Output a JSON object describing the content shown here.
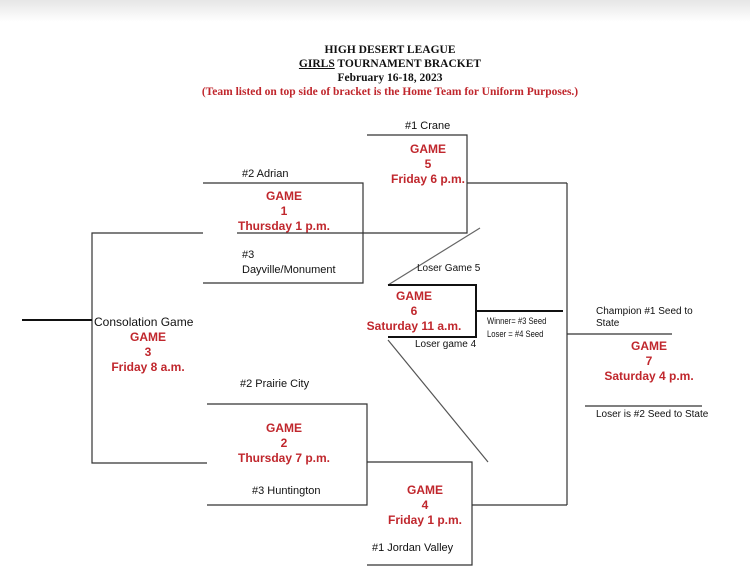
{
  "header": {
    "league": "HIGH DESERT LEAGUE",
    "girls": "GIRLS",
    "bracket": " TOURNAMENT BRACKET",
    "dates": "February 16-18, 2023",
    "note": "(Team listed on top side of bracket is the Home Team for Uniform Purposes.)"
  },
  "teams": {
    "crane": "#1 Crane",
    "adrian": "#2 Adrian",
    "dayville_seed": "#3",
    "dayville": "Dayville/Monument",
    "prairie": "#2 Prairie City",
    "huntington": "#3 Huntington",
    "jordan": "#1 Jordan Valley"
  },
  "games": {
    "g1": {
      "label": "GAME",
      "num": "1",
      "time": "Thursday 1 p.m."
    },
    "g2": {
      "label": "GAME",
      "num": "2",
      "time": "Thursday 7 p.m."
    },
    "g3": {
      "label": "GAME",
      "num": "3",
      "time": "Friday 8 a.m.",
      "title": "Consolation Game"
    },
    "g4": {
      "label": "GAME",
      "num": "4",
      "time": "Friday 1 p.m."
    },
    "g5": {
      "label": "GAME",
      "num": "5",
      "time": "Friday 6 p.m."
    },
    "g6": {
      "label": "GAME",
      "num": "6",
      "time": "Saturday 11 a.m."
    },
    "g7": {
      "label": "GAME",
      "num": "7",
      "time": "Saturday 4 p.m."
    }
  },
  "notes": {
    "loser_g5": "Loser Game 5",
    "loser_g4": "Loser game 4",
    "winner_seed": "Winner= #3 Seed",
    "loser_seed": "Loser = #4 Seed",
    "champion1": "Champion #1 Seed to",
    "champion2": "State",
    "loser_state": "Loser is #2 Seed to State"
  }
}
